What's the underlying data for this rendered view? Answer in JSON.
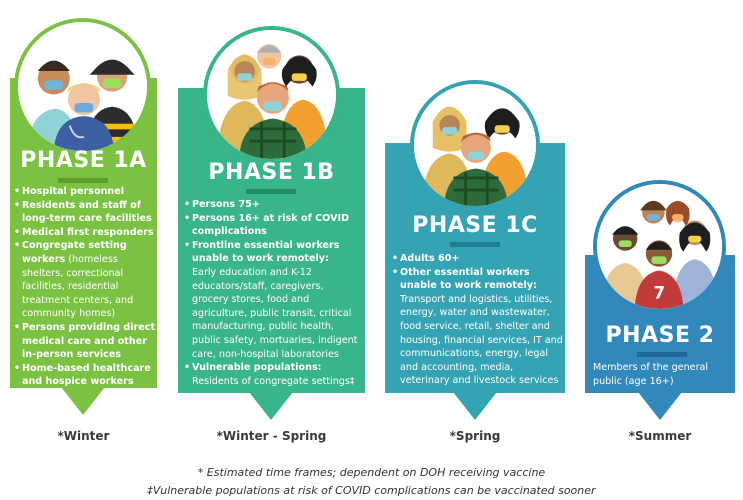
{
  "colors": {
    "phase_1a": "#7cc242",
    "phase_1b": "#39b58a",
    "phase_1c": "#34a3b4",
    "phase_2": "#3388bb",
    "bar_1a": "#5b9e2a",
    "bar_1b": "#228c68",
    "bar_1c": "#1f7f8f",
    "bar_2": "#21679a"
  },
  "phases": {
    "p1a": {
      "title": "PHASE 1A",
      "items": [
        {
          "head": "Hospital personnel",
          "sub": ""
        },
        {
          "head": "Residents and staff of long-term care facilities",
          "sub": ""
        },
        {
          "head": "Medical first responders",
          "sub": ""
        },
        {
          "head": "Congregate setting workers",
          "sub": " (homeless shelters, correctional facilities, residential treatment centers, and community homes)"
        },
        {
          "head": "Persons providing direct medical care and other in-person services",
          "sub": ""
        },
        {
          "head": "Home-based healthcare and hospice workers",
          "sub": ""
        }
      ],
      "season": "*Winter"
    },
    "p1b": {
      "title": "PHASE 1B",
      "items": [
        {
          "head": "Persons 75+",
          "sub": ""
        },
        {
          "head": "Persons 16+ at risk of COVID complications",
          "sub": ""
        },
        {
          "head": "Frontline essential workers unable to work remotely:",
          "sub": "Early education and K-12 educators/staff, caregivers, grocery stores, food and agriculture, public transit, critical manufacturing, public health, public safety, mortuaries, indigent care, non-hospital laboratories"
        },
        {
          "head": "Vulnerable populations:",
          "sub": "Residents of congregate settings‡"
        }
      ],
      "season": "*Winter - Spring"
    },
    "p1c": {
      "title": "PHASE 1C",
      "items": [
        {
          "head": "Adults 60+",
          "sub": ""
        },
        {
          "head": "Other essential workers unable to work remotely:",
          "sub": "Transport and logistics, utilities, energy, water and wastewater, food service, retail, shelter and housing, financial services, IT and communications, energy, legal and accounting, media, veterinary and livestock services"
        }
      ],
      "season": "*Spring"
    },
    "p2": {
      "title": "PHASE 2",
      "description": "Members of the general public (age 16+)",
      "season": "*Summer"
    }
  },
  "footnotes": {
    "line1": "* Estimated time frames; dependent on DOH receiving vaccine",
    "line2": "‡Vulnerable populations at risk of COVID complications can be vaccinated sooner"
  }
}
